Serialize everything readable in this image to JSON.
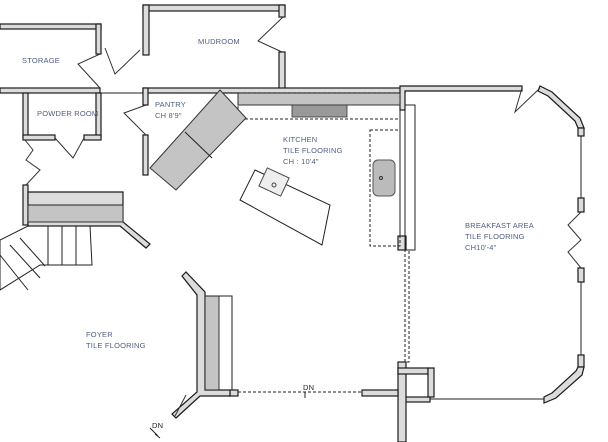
{
  "rooms": {
    "storage": {
      "name": "STORAGE"
    },
    "mudroom": {
      "name": "MUDROOM"
    },
    "powder_room": {
      "name": "POWDER ROOM"
    },
    "pantry": {
      "name": "PANTRY",
      "ceiling": "CH 8'9\""
    },
    "kitchen": {
      "name": "KITCHEN",
      "flooring": "TILE FLOORING",
      "ceiling": "CH : 10'4\""
    },
    "breakfast_area": {
      "name": "BREAKFAST AREA",
      "flooring": "TILE FLOORING",
      "ceiling": "CH10'-4\""
    },
    "foyer": {
      "name": "FOYER",
      "flooring": "TILE FLOORING"
    }
  },
  "annotations": {
    "down_1": "DN",
    "down_2": "DN"
  },
  "colors": {
    "label": "#4f5e82",
    "wall_fill": "#dcdcdc",
    "cabinet_fill": "#c4c4c4"
  }
}
